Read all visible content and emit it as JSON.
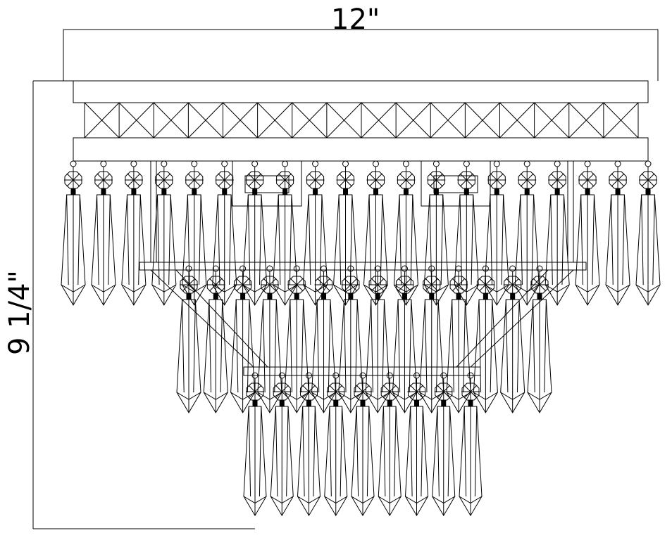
{
  "dimensions": {
    "width_label": "12\"",
    "height_label": "9 1/4\""
  },
  "fixture": {
    "top_tier_crystal_count": 20,
    "middle_tier_crystal_count": 14,
    "bottom_tier_crystal_count": 9,
    "lattice_cells": 16
  },
  "colors": {
    "line": "#000000",
    "background": "#ffffff"
  }
}
